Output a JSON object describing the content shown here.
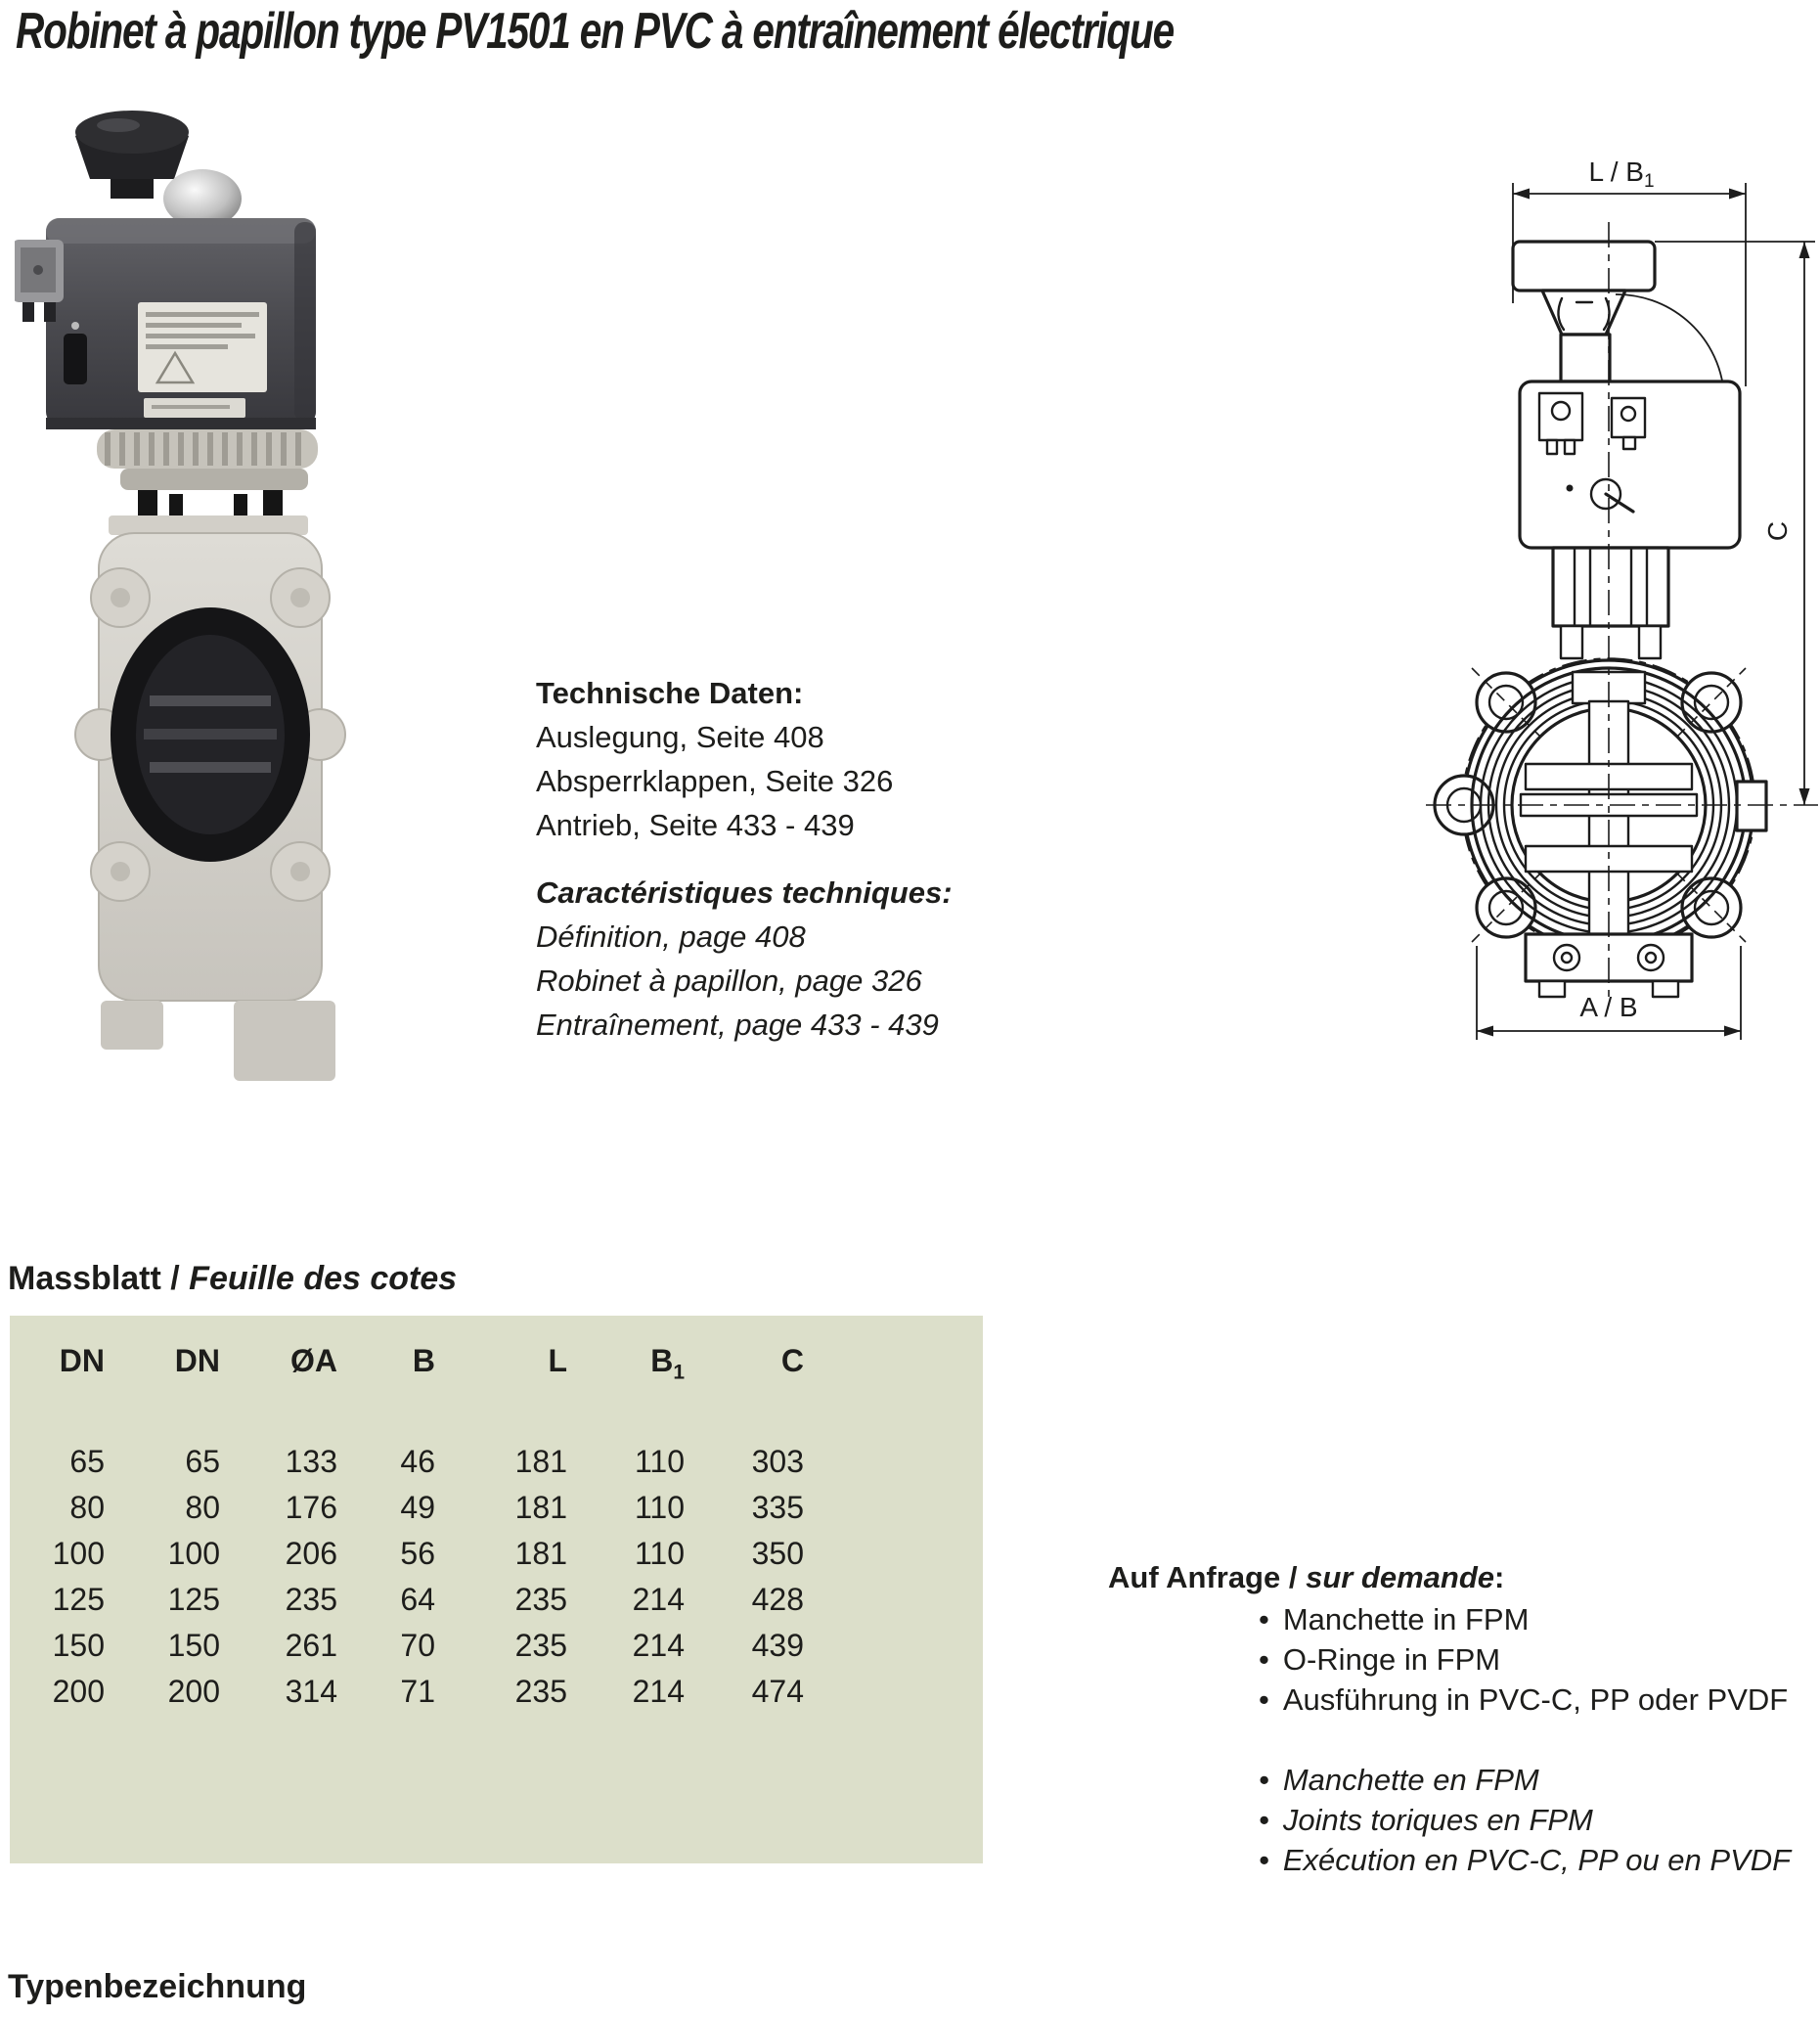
{
  "page": {
    "title": "Robinet à papillon type PV1501 en PVC à entraînement électrique",
    "typenbezeichnung": "Typenbezeichnung"
  },
  "technische_daten": {
    "heading": "Technische Daten:",
    "lines": [
      "Auslegung, Seite 408",
      "Absperrklappen, Seite 326",
      "Antrieb, Seite 433 - 439"
    ]
  },
  "caracteristiques": {
    "heading": "Caractéristiques techniques:",
    "lines": [
      "Définition, page 408",
      "Robinet à papillon, page 326",
      "Entraînement, page 433 - 439"
    ]
  },
  "massblatt": {
    "de": "Massblatt",
    "sep": " / ",
    "fr": "Feuille des cotes"
  },
  "table": {
    "headers": [
      {
        "label": "DN",
        "sub": ""
      },
      {
        "label": "DN",
        "sub": ""
      },
      {
        "label": "ØA",
        "sub": ""
      },
      {
        "label": "B",
        "sub": ""
      },
      {
        "label": "L",
        "sub": ""
      },
      {
        "label": "B",
        "sub": "1"
      },
      {
        "label": "C",
        "sub": ""
      }
    ],
    "rows": [
      [
        65,
        65,
        133,
        46,
        181,
        110,
        303
      ],
      [
        80,
        80,
        176,
        49,
        181,
        110,
        335
      ],
      [
        100,
        100,
        206,
        56,
        181,
        110,
        350
      ],
      [
        125,
        125,
        235,
        64,
        235,
        214,
        428
      ],
      [
        150,
        150,
        261,
        70,
        235,
        214,
        439
      ],
      [
        200,
        200,
        314,
        71,
        235,
        214,
        474
      ]
    ]
  },
  "auf_anfrage": {
    "heading_de": "Auf Anfrage / ",
    "heading_fr": "sur demande",
    "heading_colon": ":",
    "items_de": [
      "Manchette in FPM",
      "O-Ringe in FPM",
      "Ausführung in PVC-C, PP oder PVDF"
    ],
    "items_fr": [
      "Manchette en FPM",
      "Joints toriques en FPM",
      "Exécution en PVC-C, PP ou en PVDF"
    ]
  },
  "drawing": {
    "dim_top_main": "L / B",
    "dim_top_sub": "1",
    "dim_right": "C",
    "dim_bottom": "A / B"
  },
  "colors": {
    "table_bg": "#dcdfca",
    "text": "#1d1d1b"
  }
}
